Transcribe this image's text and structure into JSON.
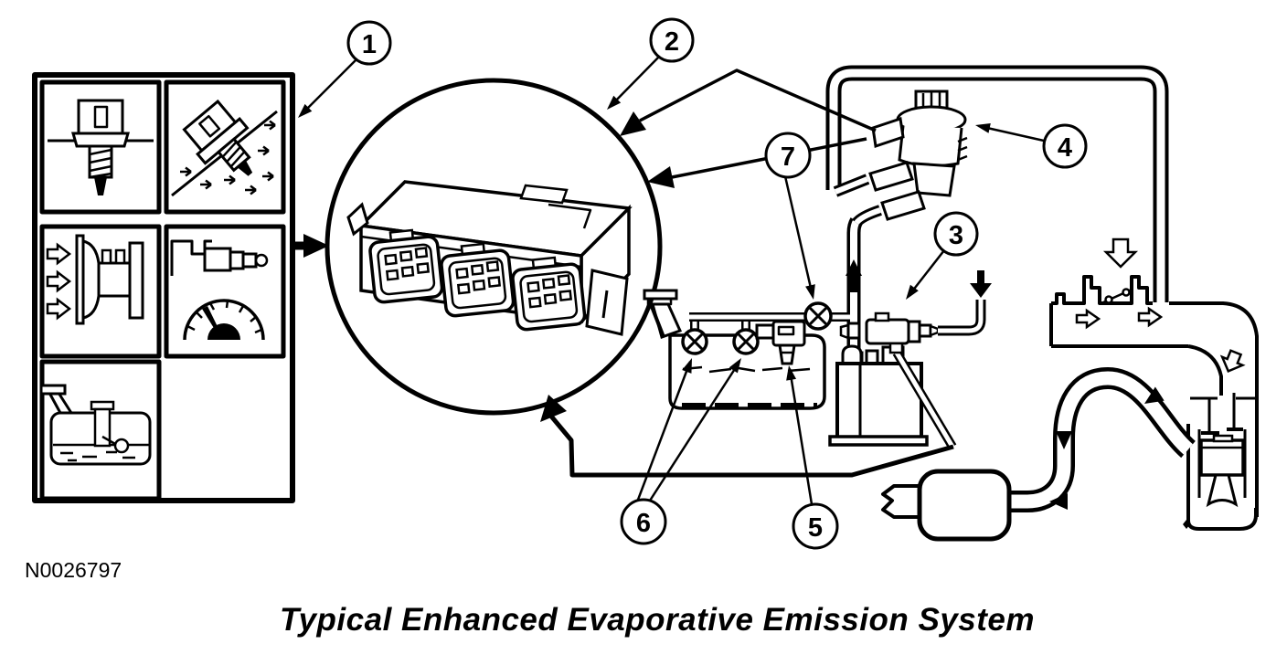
{
  "figure": {
    "number": "N0026797",
    "caption": "Typical Enhanced Evaporative Emission System"
  },
  "colors": {
    "ink": "#000000",
    "paper": "#ffffff"
  },
  "callouts": [
    {
      "label": "1"
    },
    {
      "label": "2"
    },
    {
      "label": "3"
    },
    {
      "label": "4"
    },
    {
      "label": "5"
    },
    {
      "label": "6"
    },
    {
      "label": "7"
    }
  ]
}
